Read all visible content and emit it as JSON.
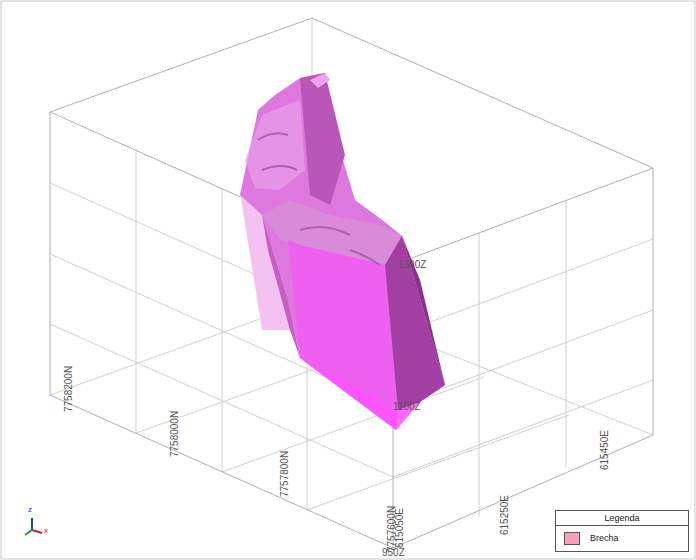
{
  "diagram": {
    "labels": [
      "7758200N",
      "7758000N",
      "7757800N",
      "7757600N",
      "615050E",
      "615250E",
      "615450E",
      "1300Z",
      "1100Z",
      "950Z",
      "z",
      "x",
      "Legenda"
    ],
    "legend": [
      {
        "text": "Brecha",
        "color": "#f59fb8"
      }
    ]
  }
}
